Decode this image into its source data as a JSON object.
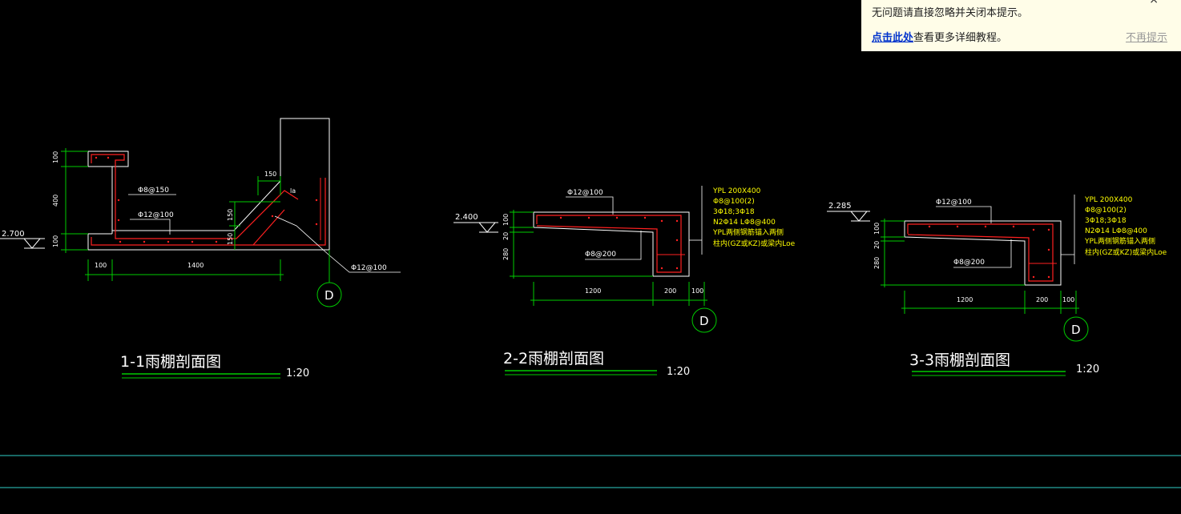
{
  "colors": {
    "outline": "#ffffff",
    "dim": "#00cc00",
    "rebar": "#ff2020",
    "note": "#ffff00",
    "cyan": "#30d0c8"
  },
  "notice": {
    "line1": "无问题请直接忽略并关闭本提示。",
    "link": "点击此处",
    "line2_rest": "查看更多详细教程。",
    "dismiss": "不再提示"
  },
  "s1": {
    "title": "1-1雨棚剖面图",
    "scale": "1:20",
    "level": "2.700",
    "dim_100a": "100",
    "dim_400": "400",
    "dim_100b": "100",
    "dim_w100": "100",
    "dim_w1400": "1400",
    "dim_150a": "150",
    "dim_150b": "150",
    "dim_150top": "150",
    "rebar_a": "Φ8@150",
    "rebar_b": "Φ12@100",
    "rebar_c": "Φ12@100",
    "la": "la",
    "axis": "D"
  },
  "s2": {
    "title": "2-2雨棚剖面图",
    "scale": "1:20",
    "level": "2.400",
    "dim_100": "100",
    "dim_20": "20",
    "dim_280": "280",
    "dim_1200": "1200",
    "dim_200": "200",
    "dim_100w": "100",
    "rebar_top": "Φ12@100",
    "rebar_bot": "Φ8@200",
    "note": [
      "YPL 200X400",
      "Φ8@100(2)",
      "3Φ18;3Φ18",
      "N2Φ14  LΦ8@400",
      "YPL两侧钢筋锚入两侧",
      "柱内(GZ或KZ)或梁内Loe"
    ],
    "axis": "D"
  },
  "s3": {
    "title": "3-3雨棚剖面图",
    "scale": "1:20",
    "level": "2.285",
    "dim_100": "100",
    "dim_20": "20",
    "dim_280": "280",
    "dim_1200": "1200",
    "dim_200": "200",
    "dim_100w": "100",
    "rebar_top": "Φ12@100",
    "rebar_bot": "Φ8@200",
    "note": [
      "YPL 200X400",
      "Φ8@100(2)",
      "3Φ18;3Φ18",
      "N2Φ14  LΦ8@400",
      "YPL两侧钢筋锚入两侧",
      "柱内(GZ或KZ)或梁内Loe"
    ],
    "axis": "D"
  }
}
